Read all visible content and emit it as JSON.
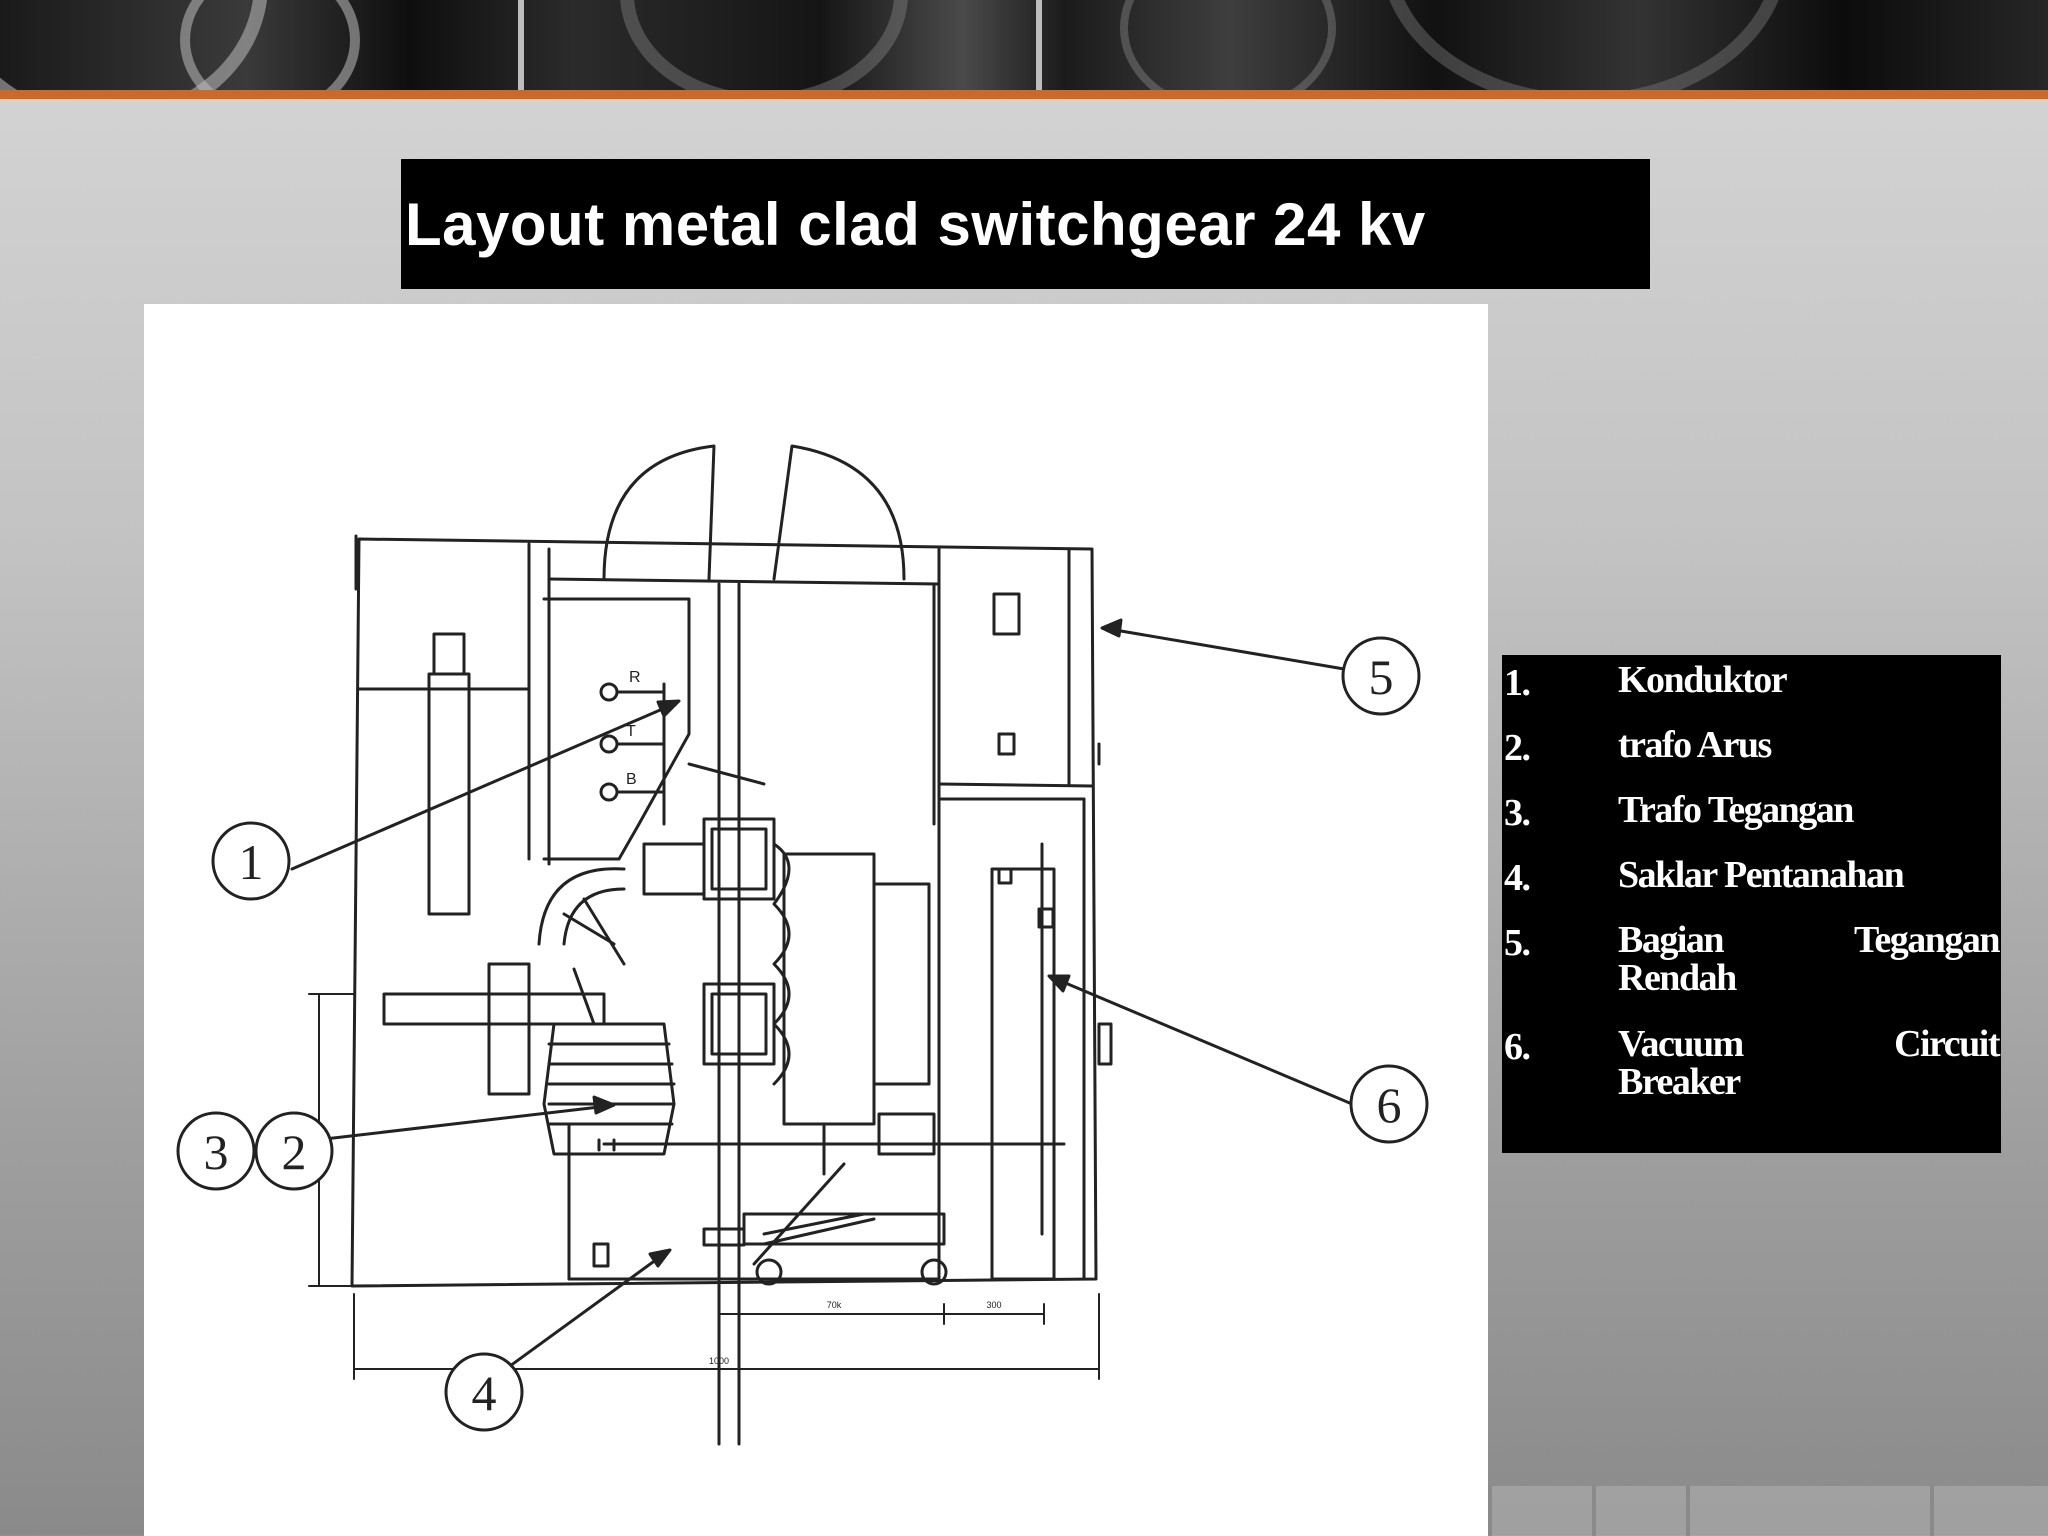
{
  "slide": {
    "title": "Layout metal clad switchgear 24 kv"
  },
  "diagram": {
    "callouts": [
      "1",
      "2",
      "3",
      "4",
      "5",
      "6"
    ],
    "phase_labels": [
      "R",
      "T",
      "B"
    ],
    "dimension_labels": [
      "70k",
      "300",
      "1000"
    ]
  },
  "legend": {
    "items": [
      {
        "number": "1.",
        "word1": "Konduktor",
        "word2": ""
      },
      {
        "number": "2.",
        "word1": "trafo Arus",
        "word2": ""
      },
      {
        "number": "3.",
        "word1": "Trafo Tegangan",
        "word2": ""
      },
      {
        "number": "4.",
        "word1": "Saklar Pentanahan",
        "word2": ""
      },
      {
        "number": "5.",
        "word1": "Bagian",
        "word2": "Tegangan",
        "line2": "Rendah"
      },
      {
        "number": "6.",
        "word1": "Vacuum",
        "word2": "Circuit",
        "line2": "Breaker"
      }
    ]
  },
  "colors": {
    "accent_rule": "#c96a2c",
    "title_bg": "#000000",
    "legend_bg": "#000000",
    "text": "#ffffff"
  }
}
